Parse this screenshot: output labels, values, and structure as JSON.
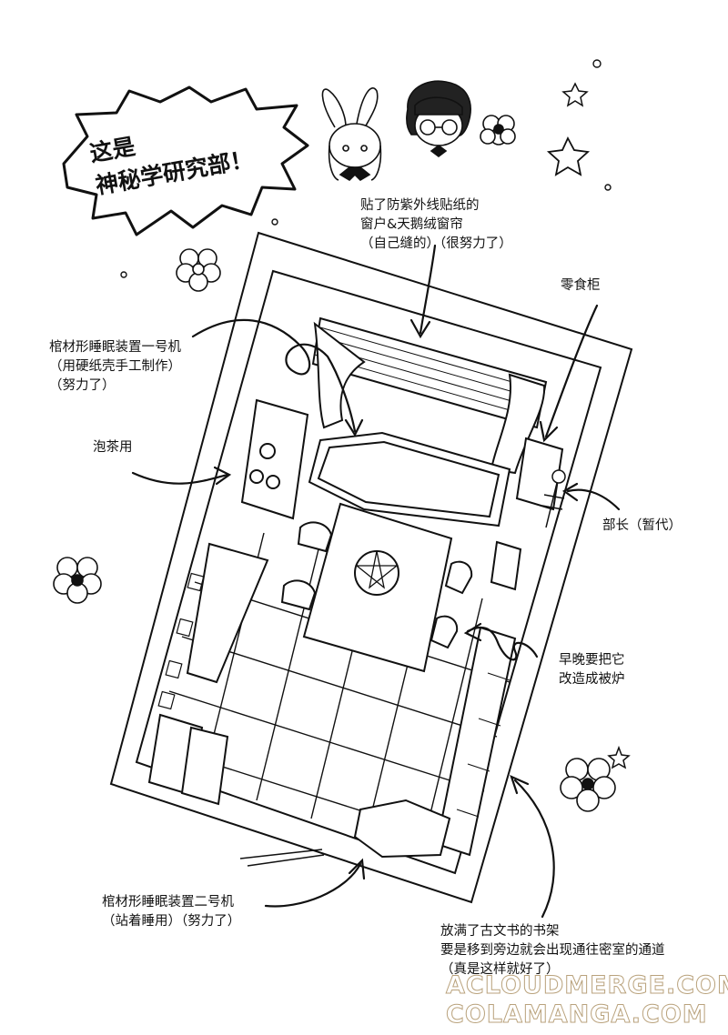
{
  "title_bubble": {
    "line1": "这是",
    "line2": "神秘学研究部！"
  },
  "annotations": {
    "window": [
      "贴了防紫外线贴纸的",
      "窗户&天鹅绒窗帘",
      "（自己缝的）（很努力了）"
    ],
    "snack_cabinet": [
      "零食柜"
    ],
    "coffin_one": [
      "棺材形睡眠装置一号机",
      "（用硬纸壳手工制作）",
      "（努力了）"
    ],
    "tea": [
      "泡茶用"
    ],
    "president": [
      "部长（暂代）"
    ],
    "kotatsu": [
      "早晚要把它",
      "改造成被炉"
    ],
    "coffin_two": [
      "棺材形睡眠装置二号机",
      "（站着睡用）（努力了）"
    ],
    "bookshelf": [
      "放满了古文书的书架",
      "要是移到旁边就会出现通往密室的通道",
      "（真是这样就好了）"
    ]
  },
  "watermarks": {
    "line1": "ACLOUDMERGE.COM",
    "line2": "COLAMANGA.COM"
  },
  "colors": {
    "ink": "#111111",
    "paper": "#ffffff",
    "watermark_outline": "#b9a27c"
  }
}
